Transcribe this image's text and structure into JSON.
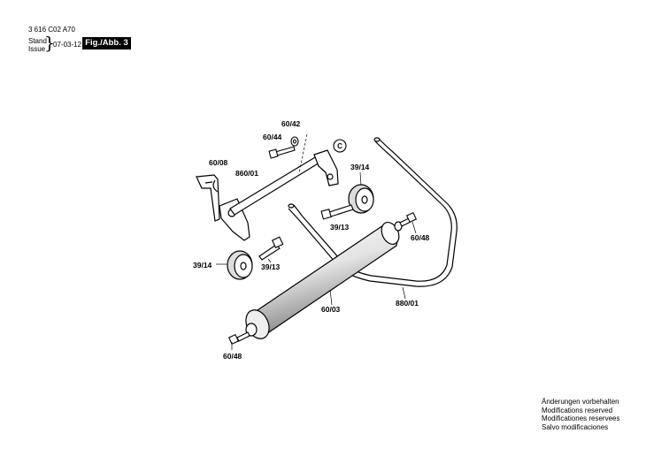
{
  "header": {
    "doc_id": "3 616 C02 A70",
    "stand_label": "Stand",
    "issue_label": "Issue",
    "date": "07-03-12",
    "figure_badge": "Fig./Abb. 3"
  },
  "callouts": {
    "part_60_42": "60/42",
    "part_60_44": "60/44",
    "part_60_08": "60/08",
    "part_860_01": "860/01",
    "part_39_14_top": "39/14",
    "part_39_13_top": "39/13",
    "part_60_48_right": "60/48",
    "part_39_14_left": "39/14",
    "part_39_13_left": "39/13",
    "part_60_03": "60/03",
    "part_880_01": "880/01",
    "part_60_48_bottom": "60/48",
    "view_marker": "C"
  },
  "notes": [
    "Änderungen vorbehalten",
    "Modifications reserved",
    "Modificationes reservees",
    "Salvo modificaciones"
  ]
}
